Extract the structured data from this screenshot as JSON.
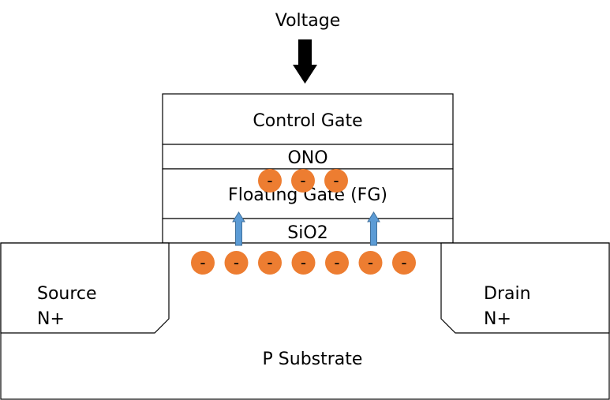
{
  "labels": {
    "voltage": "Voltage",
    "control_gate": "Control Gate",
    "ono": "ONO",
    "floating_gate": "Floating Gate (FG)",
    "oxide": "SiO2",
    "source": "Source",
    "source_type": "N+",
    "drain": "Drain",
    "drain_type": "N+",
    "substrate": "P Substrate",
    "electron_sign": "-"
  },
  "electrons": {
    "in_floating_gate": 3,
    "in_channel": 7
  },
  "colors": {
    "electron": "#ED7D31",
    "tunnel_arrow": "#5B9BD5",
    "voltage_arrow": "#000000",
    "outline": "#000000"
  }
}
